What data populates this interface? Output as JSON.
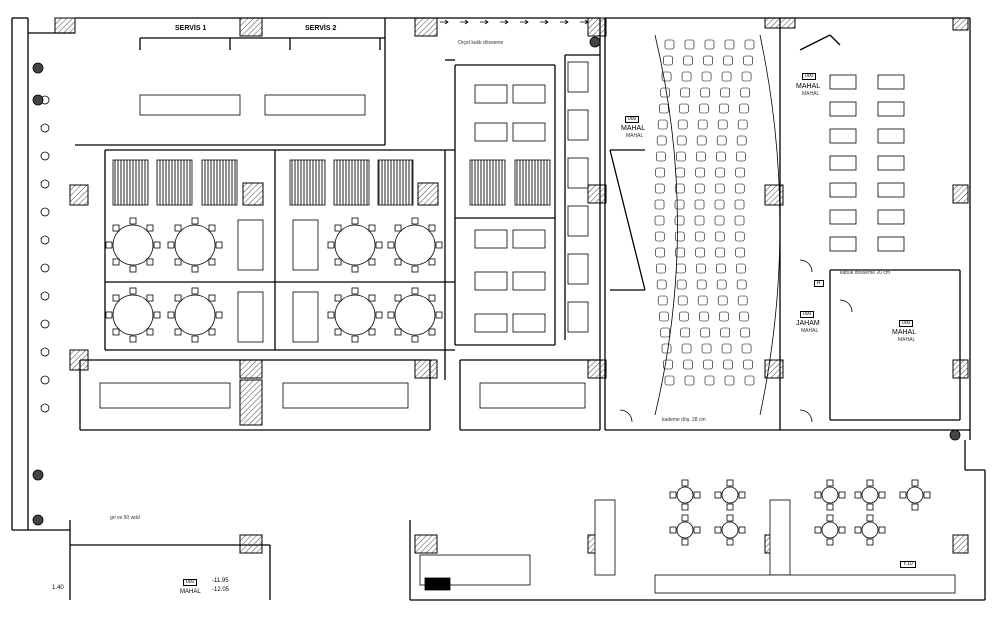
{
  "colors": {
    "line": "#000000",
    "hatch": "#555555",
    "wall": "#333333",
    "background": "#ffffff"
  },
  "labels": {
    "servis1": "SERVİS 1",
    "servis2": "SERVİS 2",
    "mahal_tag": "000",
    "mahal": "MAHAL",
    "mahal_sub": "MAHAL",
    "jaham": "JAHAM",
    "room_r": "R",
    "elev_1": "-11.95",
    "elev_2": "-12.05",
    "kot": "1.40",
    "wc_note": "gri ve 50 wdd",
    "ditto_note": "Orçel kalık dösseme",
    "pergola_note": "kabuk dösseme 20 cm",
    "stage_note": "kademe döş. 28 cm",
    "bottom_tag": "Y.10"
  },
  "icons": [
    "plant-icon",
    "stair-arrow-icon",
    "door-swing-icon",
    "round-table-icon",
    "chair-icon"
  ]
}
